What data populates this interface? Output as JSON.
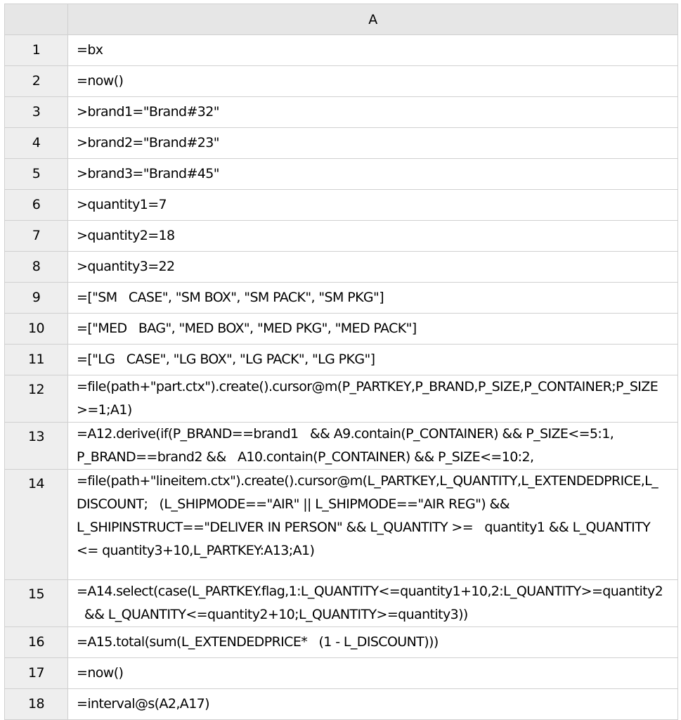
{
  "sheet": {
    "column_header": "A",
    "rows": [
      {
        "num": "1",
        "lines": [
          "=bx"
        ]
      },
      {
        "num": "2",
        "lines": [
          "=now()"
        ]
      },
      {
        "num": "3",
        "lines": [
          ">brand1=\"Brand#32\""
        ]
      },
      {
        "num": "4",
        "lines": [
          ">brand2=\"Brand#23\""
        ]
      },
      {
        "num": "5",
        "lines": [
          ">brand3=\"Brand#45\""
        ]
      },
      {
        "num": "6",
        "lines": [
          ">quantity1=7"
        ]
      },
      {
        "num": "7",
        "lines": [
          ">quantity2=18"
        ]
      },
      {
        "num": "8",
        "lines": [
          ">quantity3=22"
        ]
      },
      {
        "num": "9",
        "lines": [
          "=[\"SM   CASE\", \"SM BOX\", \"SM PACK\", \"SM PKG\"]"
        ]
      },
      {
        "num": "10",
        "lines": [
          "=[\"MED   BAG\", \"MED BOX\", \"MED PKG\", \"MED PACK\"]"
        ]
      },
      {
        "num": "11",
        "lines": [
          "=[\"LG   CASE\", \"LG BOX\", \"LG PACK\", \"LG PKG\"]"
        ]
      },
      {
        "num": "12",
        "lines": [
          "=file(path+\"part.ctx\").create().cursor@m(P_PARTKEY,P_BRAND,P_SIZE,P_CONTAINER;P_SIZE",
          ">=1;A1)"
        ]
      },
      {
        "num": "13",
        "lines": [
          "=A12.derive(if(P_BRAND==brand1   && A9.contain(P_CONTAINER) && P_SIZE<=5:1,",
          "P_BRAND==brand2 &&   A10.contain(P_CONTAINER) && P_SIZE<=10:2,"
        ]
      },
      {
        "num": "14",
        "lines": [
          "=file(path+\"lineitem.ctx\").create().cursor@m(L_PARTKEY,L_QUANTITY,L_EXTENDEDPRICE,L_",
          "DISCOUNT;   (L_SHIPMODE==\"AIR\" || L_SHIPMODE==\"AIR REG\") &&",
          "L_SHIPINSTRUCT==\"DELIVER IN PERSON\" && L_QUANTITY >=   quantity1 && L_QUANTITY",
          "<= quantity3+10,L_PARTKEY:A13;A1)"
        ]
      },
      {
        "num": "15",
        "lines": [
          "=A14.select(case(L_PARTKEY.flag,1:L_QUANTITY<=quantity1+10,2:L_QUANTITY>=quantity2",
          "  && L_QUANTITY<=quantity2+10;L_QUANTITY>=quantity3))"
        ]
      },
      {
        "num": "16",
        "lines": [
          "=A15.total(sum(L_EXTENDEDPRICE*   (1 - L_DISCOUNT)))"
        ]
      },
      {
        "num": "17",
        "lines": [
          "=now()"
        ]
      },
      {
        "num": "18",
        "lines": [
          "=interval@s(A2,A17)"
        ]
      }
    ]
  }
}
